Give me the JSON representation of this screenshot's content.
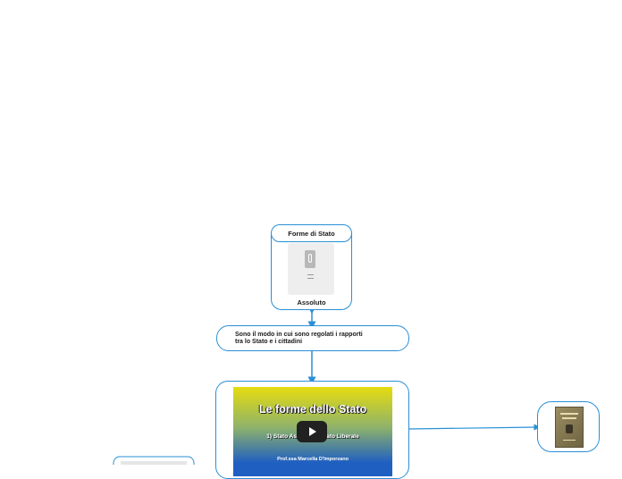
{
  "colors": {
    "connector": "#2a8fd6",
    "node_border": "#2a8fd6",
    "video_gradient_top": "#e6dc10",
    "video_gradient_bottom": "#1f5fc2",
    "book_cover": "#8a7d52"
  },
  "root": {
    "title": "Forme di Stato",
    "image_label": "Assoluto",
    "image_icon": "phone-image-icon"
  },
  "middle": {
    "text_line1": "Sono il modo in cui sono regolati i rapporti",
    "text_line2": "tra lo Stato e i cittadini"
  },
  "video": {
    "title": "Le forme dello Stato",
    "subtitle": "1) Stato Assoluto e Stato Liberale",
    "author": "Prof.ssa Marcella D'Imporzano",
    "play_icon": "play-icon"
  },
  "book": {
    "icon": "book-cover-icon"
  }
}
